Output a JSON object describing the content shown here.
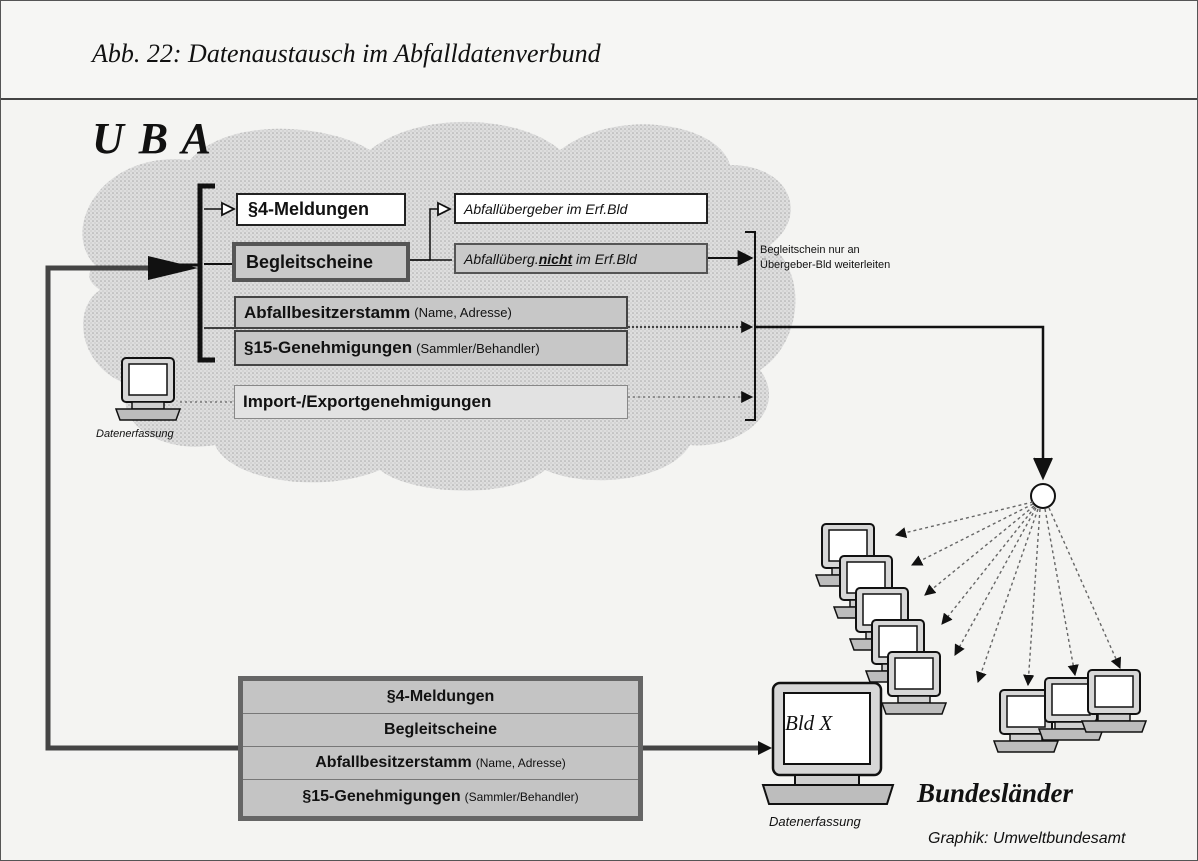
{
  "header": {
    "title": "Abb. 22:  Datenaustausch im Abfalldatenverbund"
  },
  "uba": {
    "title": "U B A"
  },
  "boxes": {
    "meldungen": "§4-Meldungen",
    "begleitscheine": "Begleitscheine",
    "abfallbesitzer": "Abfallbesitzerstamm",
    "abfallbesitzer_sub": "(Name, Adresse)",
    "genehmigungen": "§15-Genehmigungen",
    "genehmigungen_sub": "(Sammler/Behandler)",
    "import_export": "Import-/Exportgenehmigungen",
    "uebergeber_im": "Abfallübergeber im Erf.Bld",
    "uebergeber_nicht_pre": "Abfallüberg.",
    "uebergeber_nicht_word": "nicht",
    "uebergeber_nicht_post": " im Erf.Bld"
  },
  "note": {
    "line1": "Begleitschein nur an",
    "line2": "Übergeber-Bld weiterleiten"
  },
  "captions": {
    "datenerfassung_uba": "Datenerfassung",
    "datenerfassung_bld": "Datenerfassung"
  },
  "bottom_table": {
    "rows": [
      {
        "label": "§4-Meldungen",
        "sub": ""
      },
      {
        "label": "Begleitscheine",
        "sub": ""
      },
      {
        "label": "Abfallbesitzerstamm",
        "sub": "(Name, Adresse)"
      },
      {
        "label": "§15-Genehmigungen",
        "sub": "(Sammler/Behandler)"
      }
    ]
  },
  "bld": {
    "label": "Bld X"
  },
  "bundeslaender": "Bundesländer",
  "credit": "Graphik: Umweltbundesamt",
  "colors": {
    "cloud": "#d2d2d2",
    "box_grey": "#c7c7c7",
    "line": "#222222",
    "dotted": "#777777"
  },
  "icons": {
    "terminal": "computer-terminal-icon",
    "junction": "junction-circle-icon"
  }
}
